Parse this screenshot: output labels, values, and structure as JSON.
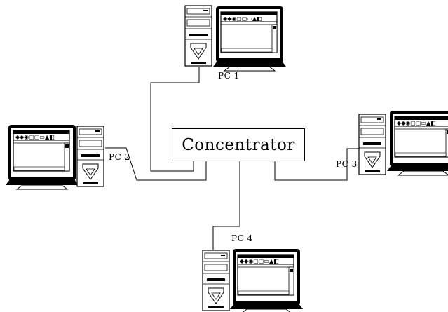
{
  "hub": {
    "label": "Concentrator"
  },
  "computers": [
    {
      "label": "PC 1"
    },
    {
      "label": "PC 2"
    },
    {
      "label": "PC 3"
    },
    {
      "label": "PC 4"
    }
  ],
  "colors": {
    "line": "#000000",
    "background": "#ffffff"
  }
}
